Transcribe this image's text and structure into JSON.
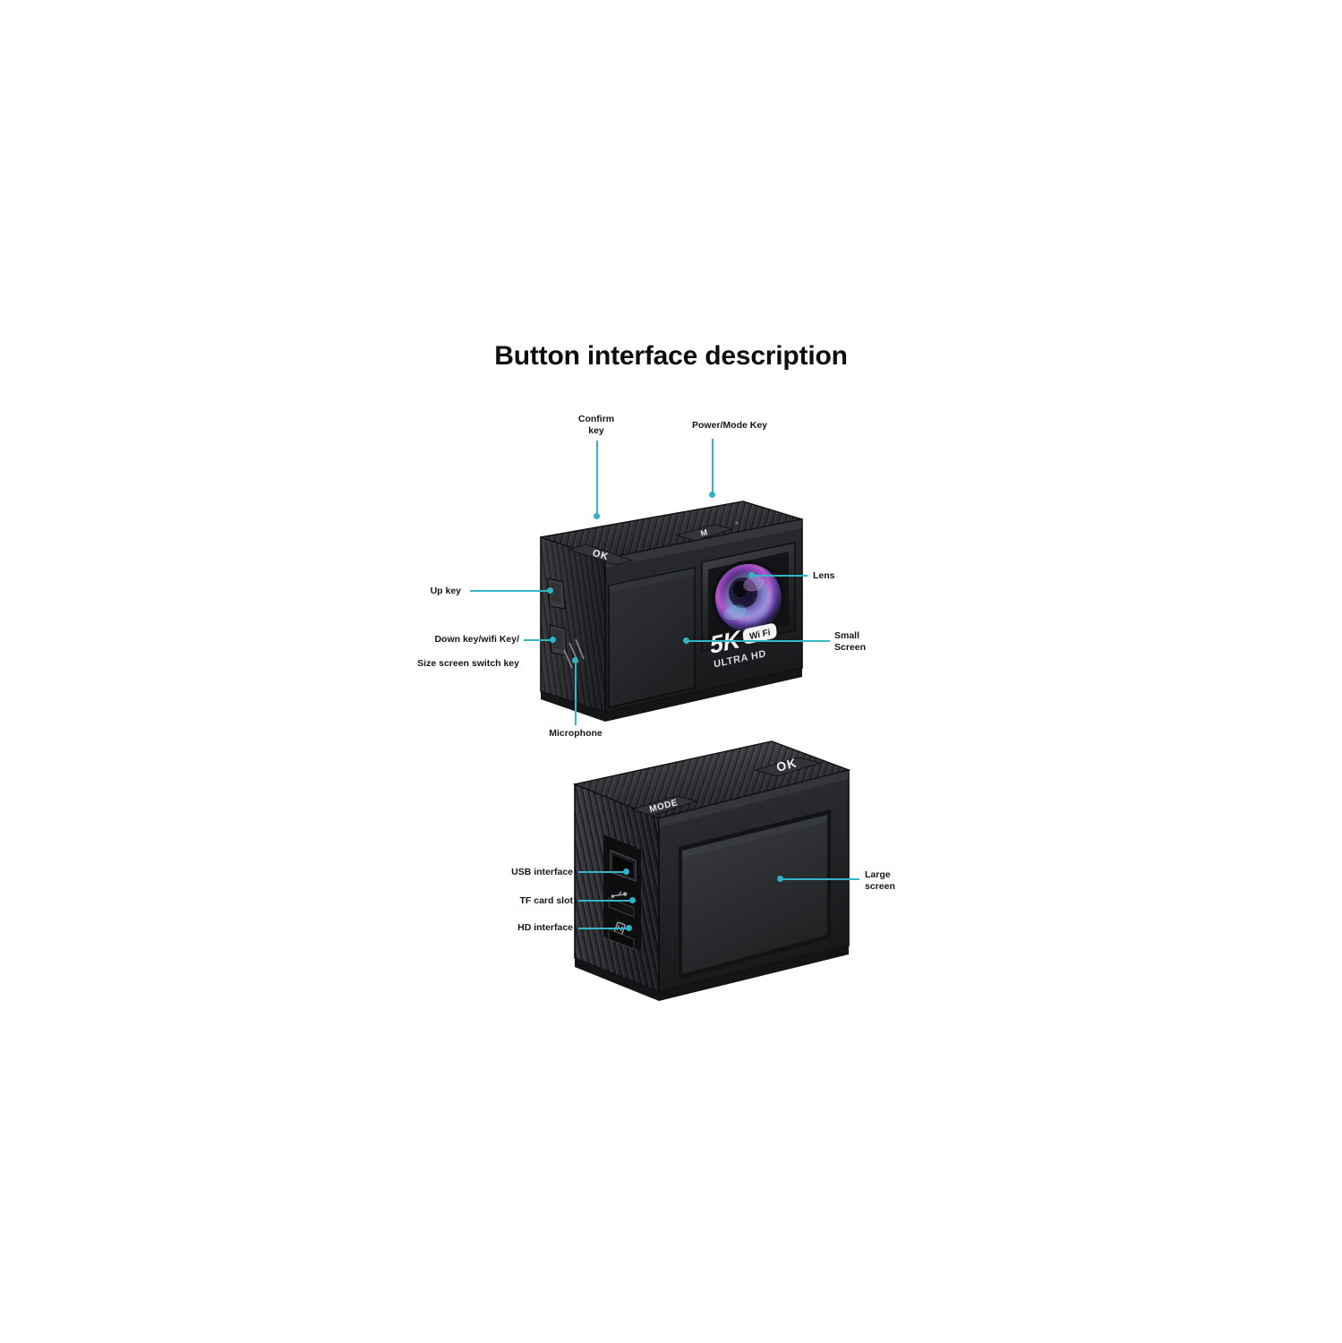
{
  "page": {
    "title": "Button interface description",
    "background": "#ffffff",
    "accent_color": "#37b5c8",
    "label_color": "#14161a"
  },
  "product": {
    "brand_mark": "5K",
    "wifi_badge": "Wi Fi",
    "sub_mark": "ULTRA HD"
  },
  "views": [
    {
      "name": "front-three-quarter-view",
      "buttons": [
        {
          "name": "ok-button",
          "label": "OK"
        },
        {
          "name": "mode-button",
          "label": "M"
        }
      ]
    },
    {
      "name": "rear-three-quarter-view",
      "buttons": [
        {
          "name": "mode-button",
          "label": "MODE"
        },
        {
          "name": "ok-button",
          "label": "OK"
        }
      ]
    }
  ],
  "callouts_front": [
    {
      "id": "confirm-key",
      "lines": [
        "Confirm",
        "key"
      ]
    },
    {
      "id": "power-mode-key",
      "lines": [
        "Power/Mode Key"
      ]
    },
    {
      "id": "up-key",
      "lines": [
        "Up key"
      ]
    },
    {
      "id": "down-wifi-key",
      "lines": [
        "Down key/wifi Key/"
      ]
    },
    {
      "id": "size-screen-switch",
      "lines": [
        "Size screen switch key"
      ]
    },
    {
      "id": "microphone",
      "lines": [
        "Microphone"
      ]
    },
    {
      "id": "lens",
      "lines": [
        "Lens"
      ]
    },
    {
      "id": "small-screen",
      "lines": [
        "Small",
        "Screen"
      ]
    }
  ],
  "callouts_rear": [
    {
      "id": "usb-interface",
      "lines": [
        "USB interface"
      ]
    },
    {
      "id": "tf-card-slot",
      "lines": [
        "TF card slot"
      ]
    },
    {
      "id": "hd-interface",
      "lines": [
        "HD interface"
      ]
    },
    {
      "id": "large-screen",
      "lines": [
        "Large",
        "screen"
      ]
    }
  ]
}
